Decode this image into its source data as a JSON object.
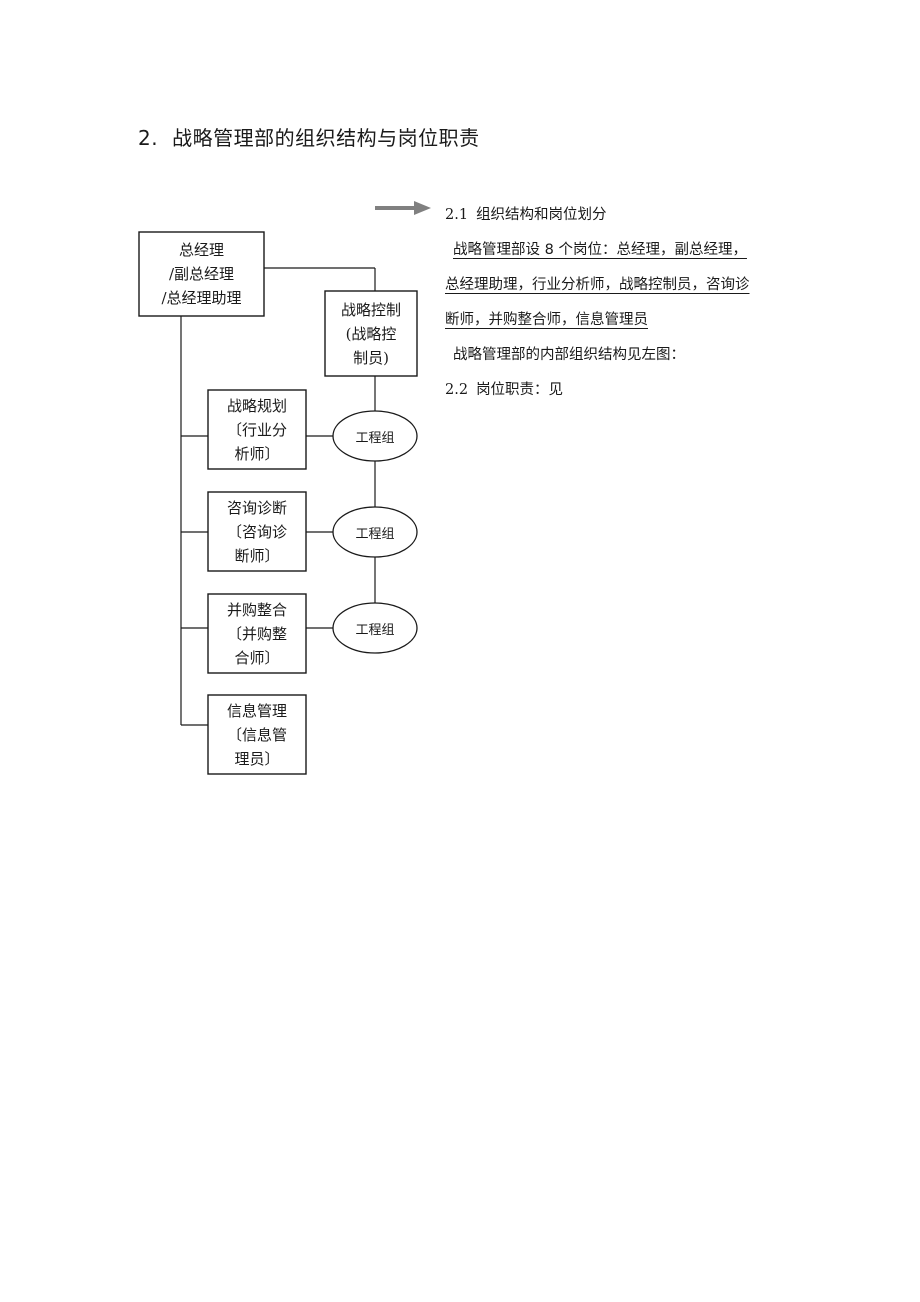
{
  "heading": {
    "number": "2.",
    "title": "战略管理部的组织结构与岗位职责"
  },
  "org_chart": {
    "top": {
      "line1": "总经理",
      "line2": "/副总经理",
      "line3": "/总经理助理"
    },
    "control": {
      "line1": "战略控制",
      "line2": "(战略控",
      "line3": "制员)"
    },
    "units": [
      {
        "line1": "战略规划",
        "line2": "〔行业分",
        "line3": "析师〕"
      },
      {
        "line1": "咨询诊断",
        "line2": "〔咨询诊",
        "line3": "断师〕"
      },
      {
        "line1": "并购整合",
        "line2": "〔并购整",
        "line3": "合师〕"
      },
      {
        "line1": "信息管理",
        "line2": "〔信息管",
        "line3": "理员〕"
      }
    ],
    "groups": [
      {
        "label": "工程组"
      },
      {
        "label": "工程组"
      },
      {
        "label": "工程组"
      }
    ]
  },
  "text": {
    "s21_num": "2.1",
    "s21_title": "组织结构和岗位划分",
    "para_line1": "战略管理部设 8 个岗位：总经理，副总经理，",
    "para_line2": "总经理助理，行业分析师，战略控制员，咨询诊",
    "para_line3": "断师，并购整合师，信息管理员",
    "para2": "战略管理部的内部组织结构见左图：",
    "s22_num": "2.2",
    "s22_title": "岗位职责：见"
  }
}
